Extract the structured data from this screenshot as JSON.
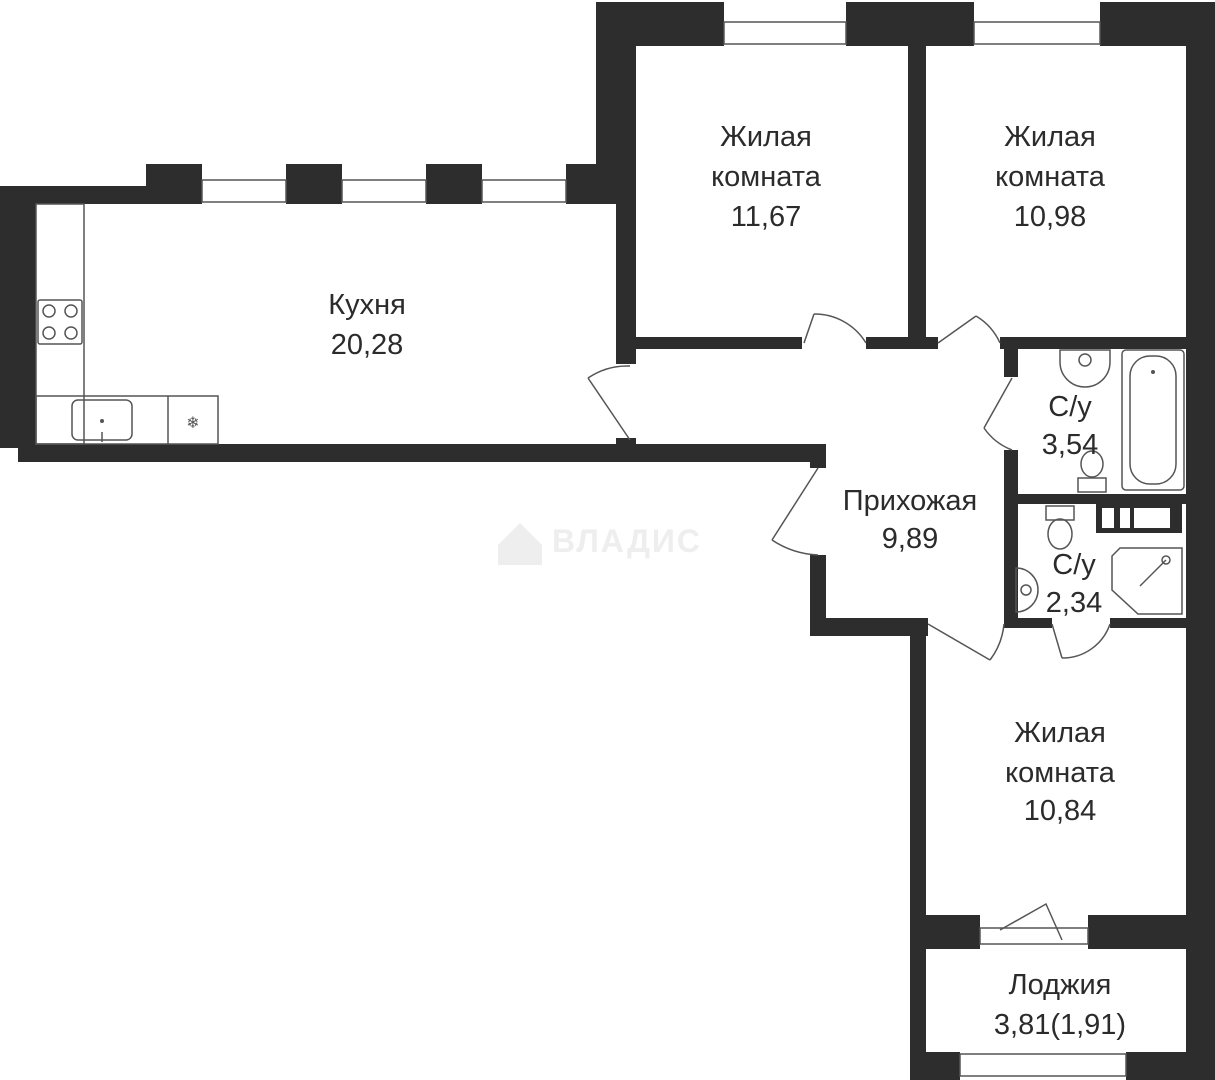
{
  "watermark": {
    "text": "ВЛАДИС"
  },
  "rooms": {
    "kitchen": {
      "name": "Кухня",
      "area": "20,28"
    },
    "living1": {
      "name": [
        "Жилая",
        "комната"
      ],
      "area": "11,67"
    },
    "living2": {
      "name": [
        "Жилая",
        "комната"
      ],
      "area": "10,98"
    },
    "bath1": {
      "name": "С/у",
      "area": "3,54"
    },
    "hall": {
      "name": "Прихожая",
      "area": "9,89"
    },
    "bath2": {
      "name": "С/у",
      "area": "2,34"
    },
    "living3": {
      "name": [
        "Жилая",
        "комната"
      ],
      "area": "10,84"
    },
    "loggia": {
      "name": "Лоджия",
      "area": "3,81(1,91)"
    }
  }
}
